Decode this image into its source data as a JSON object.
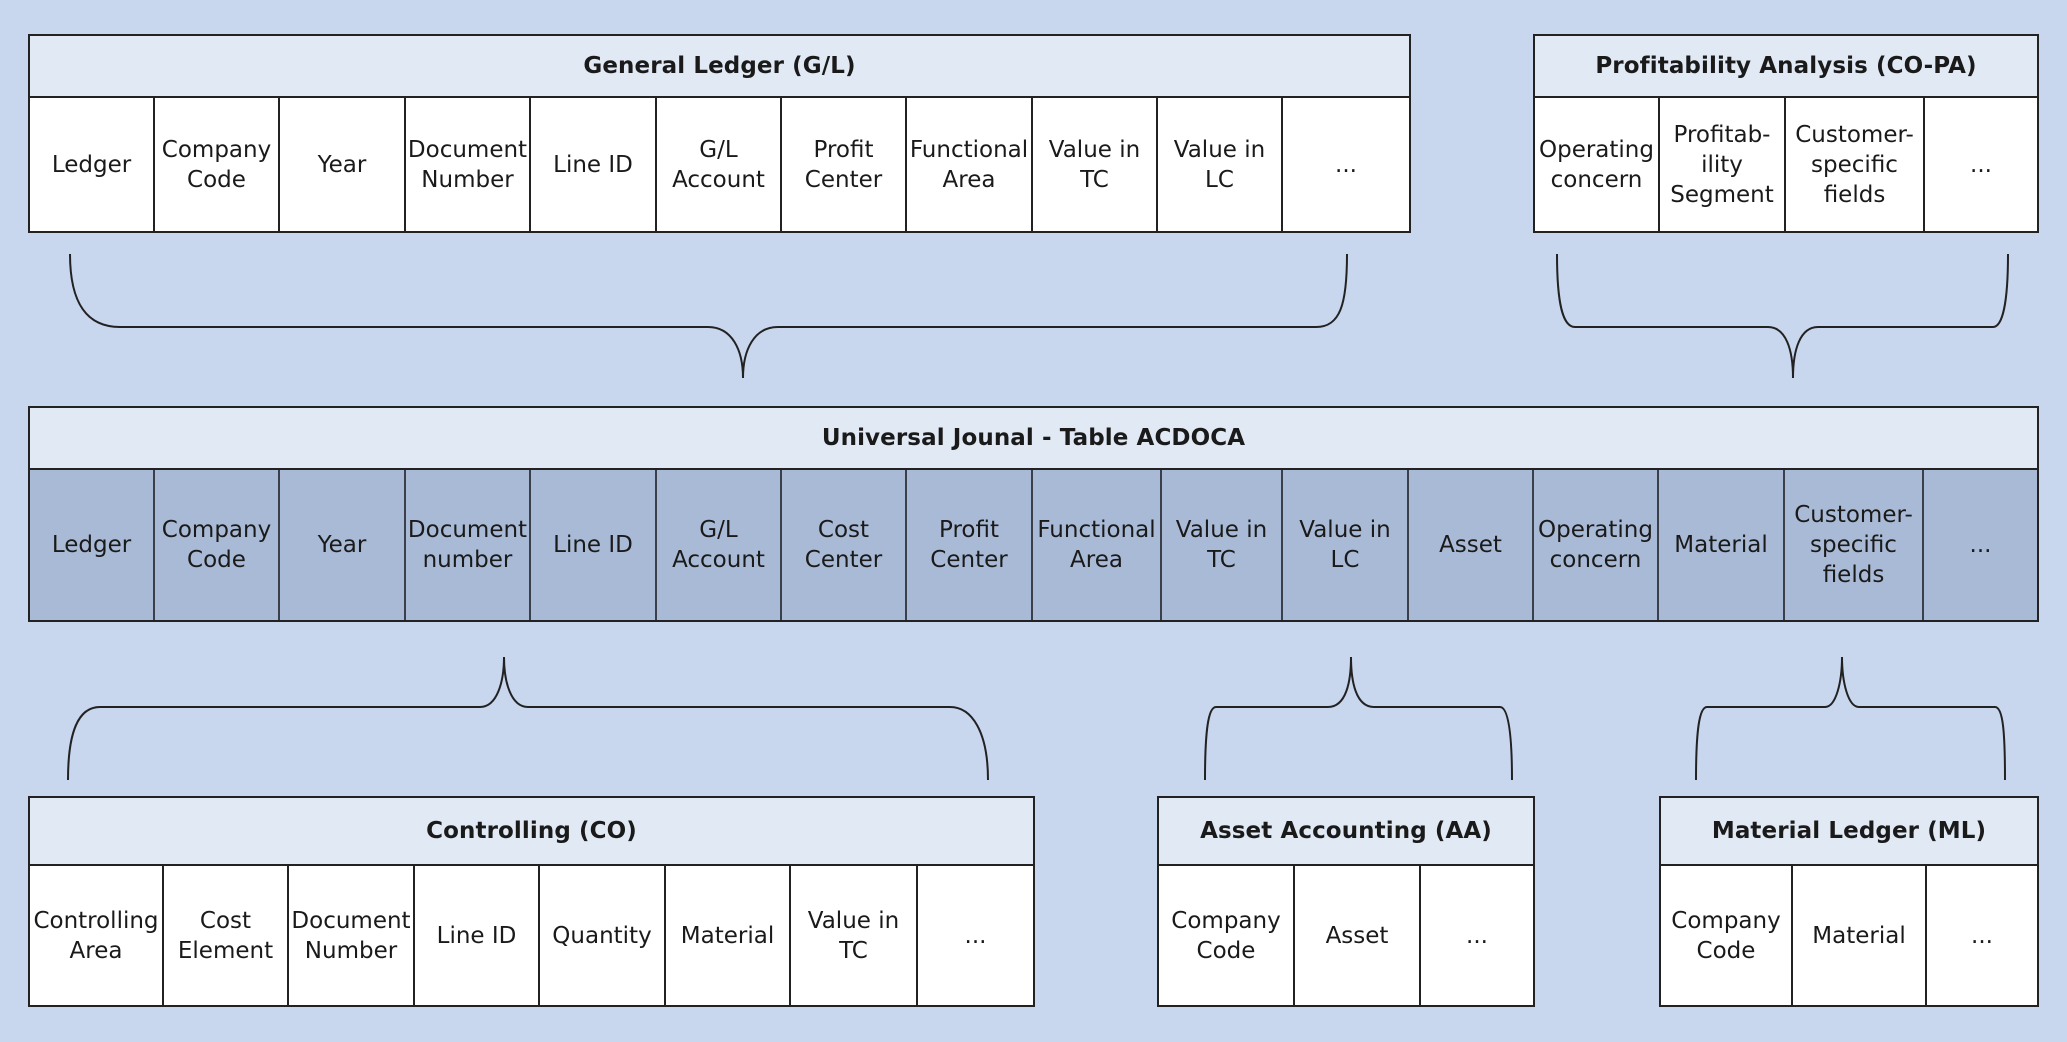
{
  "general_ledger": {
    "title": "General Ledger (G/L)",
    "fields": [
      "Ledger",
      "Company\nCode",
      "Year",
      "Document\nNumber",
      "Line ID",
      "G/L\nAccount",
      "Profit\nCenter",
      "Functional\nArea",
      "Value in\nTC",
      "Value in\nLC",
      "..."
    ]
  },
  "copa": {
    "title": "Profitability Analysis (CO-PA)",
    "fields": [
      "Operating\nconcern",
      "Profitab-\nility\nSegment",
      "Customer-\nspecific\nfields",
      "..."
    ]
  },
  "acdoca": {
    "title": "Universal Jounal - Table ACDOCA",
    "fields": [
      "Ledger",
      "Company\nCode",
      "Year",
      "Document\nnumber",
      "Line ID",
      "G/L\nAccount",
      "Cost\nCenter",
      "Profit\nCenter",
      "Functional\nArea",
      "Value in\nTC",
      "Value in\nLC",
      "Asset",
      "Operating\nconcern",
      "Material",
      "Customer-\nspecific\nfields",
      "..."
    ]
  },
  "controlling": {
    "title": "Controlling (CO)",
    "fields": [
      "Controlling\nArea",
      "Cost\nElement",
      "Document\nNumber",
      "Line ID",
      "Quantity",
      "Material",
      "Value in\nTC",
      "..."
    ]
  },
  "asset_accounting": {
    "title": "Asset Accounting (AA)",
    "fields": [
      "Company\nCode",
      "Asset",
      "..."
    ]
  },
  "material_ledger": {
    "title": "Material Ledger (ML)",
    "fields": [
      "Company\nCode",
      "Material",
      "..."
    ]
  },
  "colors": {
    "background": "#c8d6ee",
    "title_bar": "#e1e9f5",
    "acdoca_cells": "#a9bad6",
    "cells": "#ffffff"
  }
}
